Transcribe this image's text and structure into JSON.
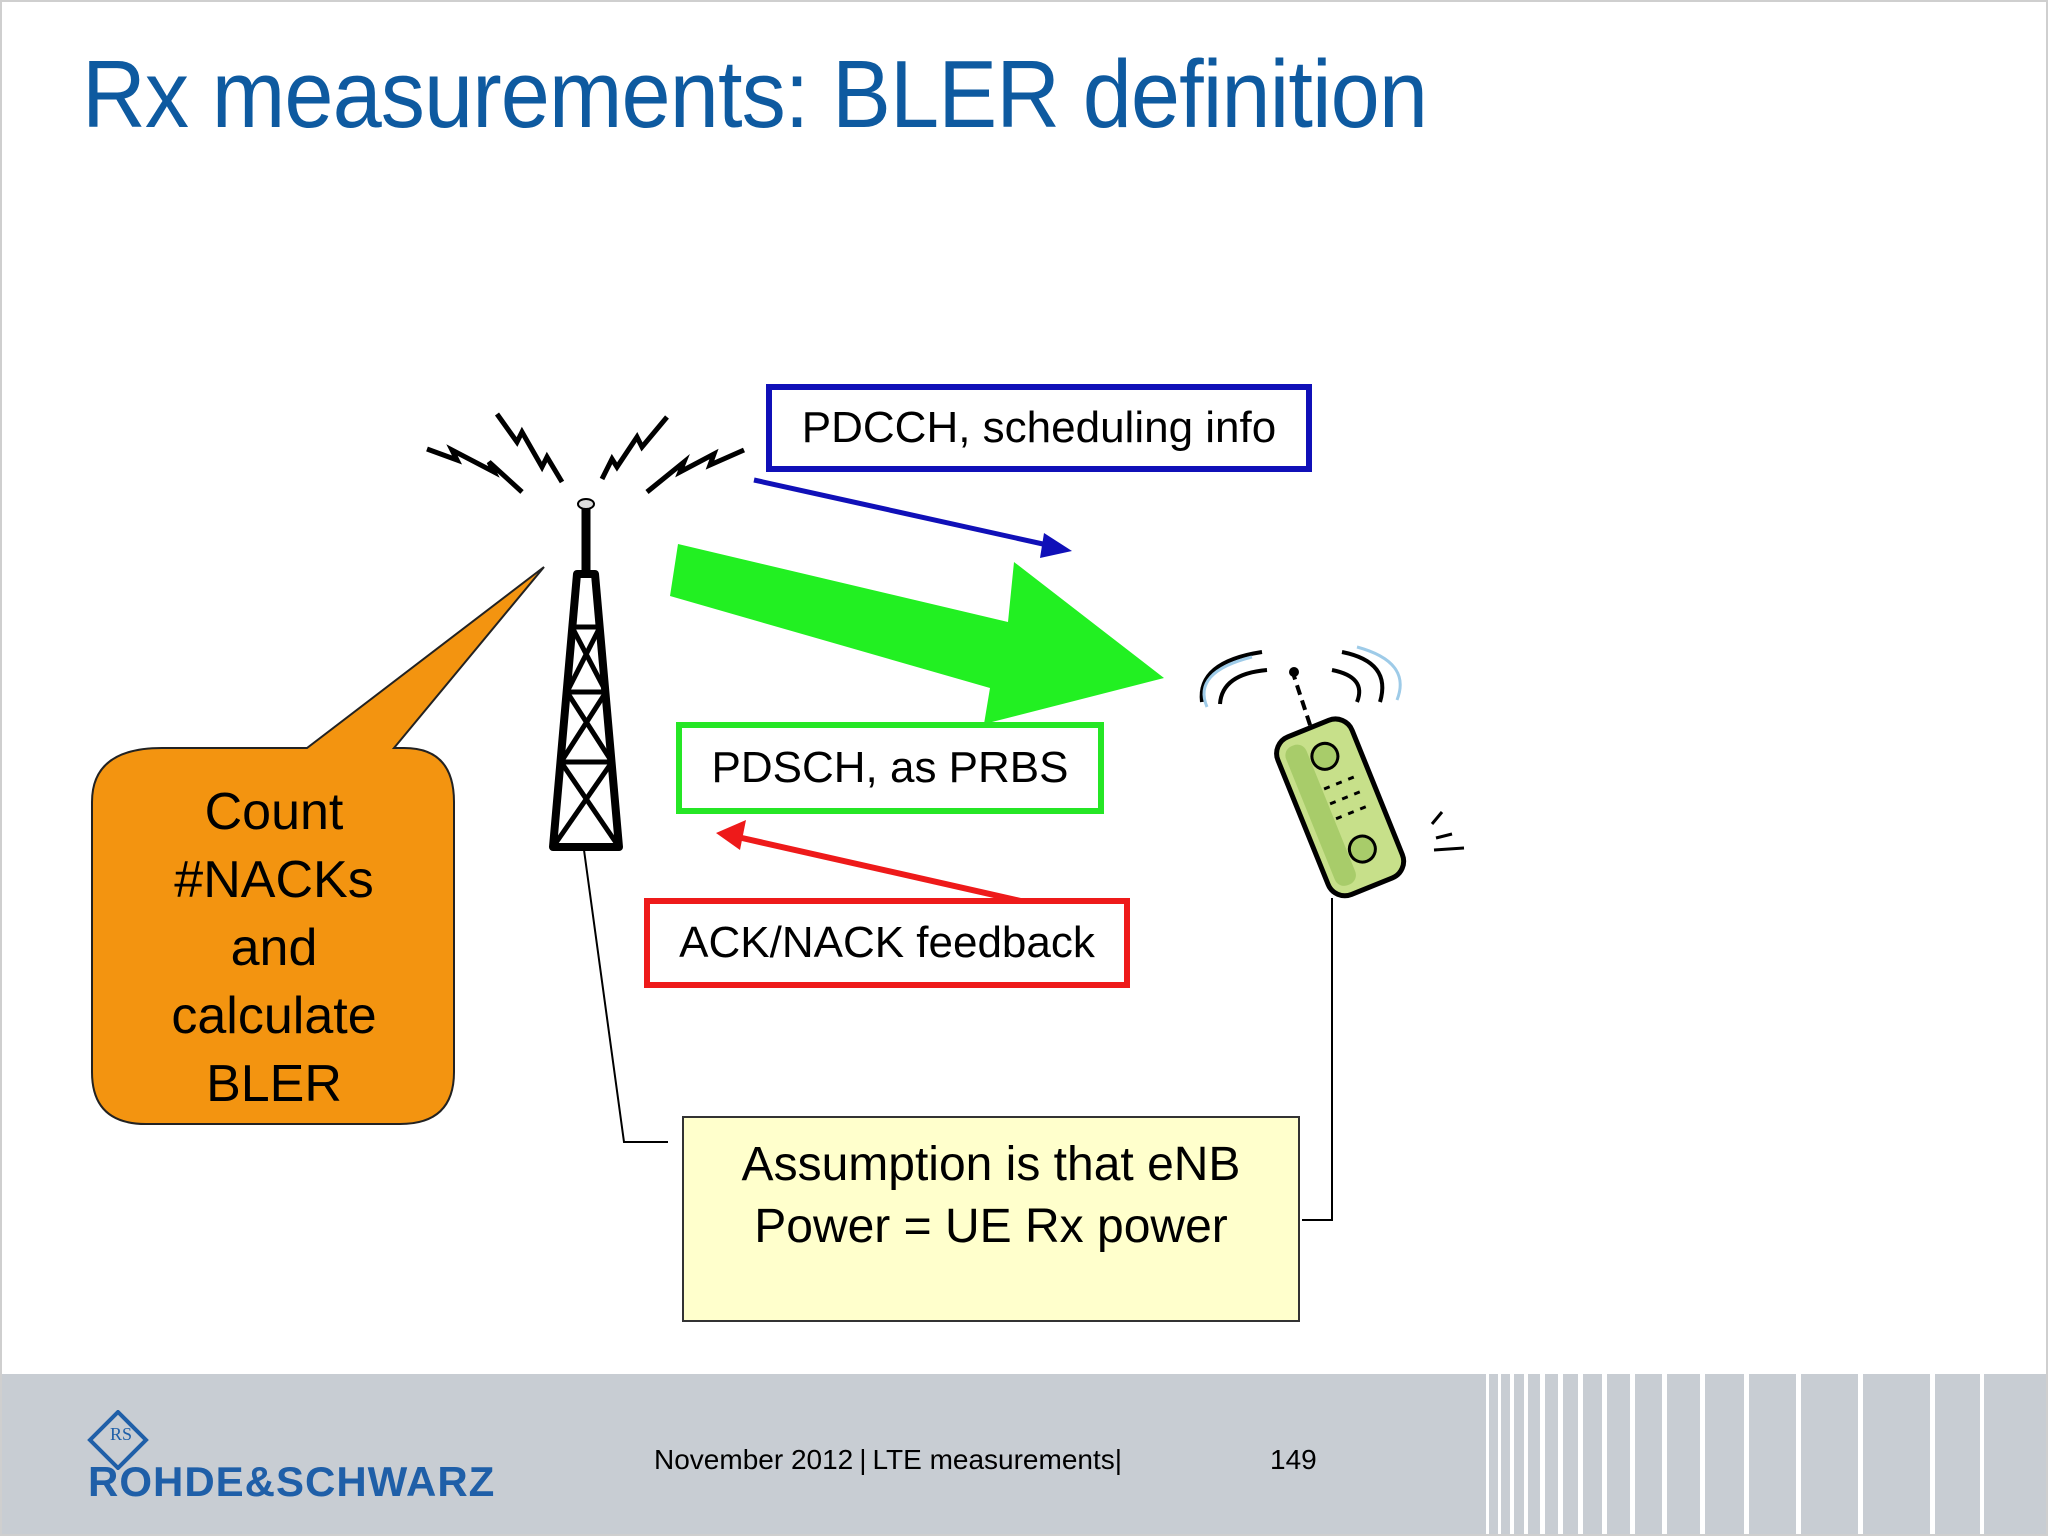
{
  "slide": {
    "title": "Rx measurements: BLER definition"
  },
  "diagram": {
    "pdcch_label": "PDCCH, scheduling info",
    "pdsch_label": "PDSCH, as PRBS",
    "ack_label": "ACK/NACK feedback",
    "callout_lines": [
      "Count",
      "#NACKs",
      "and",
      "calculate",
      "BLER"
    ],
    "assumption_lines": [
      "Assumption is that eNB",
      "Power = UE Rx power"
    ],
    "colors": {
      "pdcch": "#1010b8",
      "pdsch": "#25e625",
      "ack": "#ee1a1a",
      "callout": "#f39410",
      "assumption_bg": "#ffffcc",
      "title": "#0e5aa0"
    },
    "icons": [
      "antenna-tower-icon",
      "mobile-phone-icon",
      "radio-wave-icon"
    ]
  },
  "footer": {
    "logo_text": "ROHDE&SCHWARZ",
    "logo_mark": "RS",
    "date": "November 2012",
    "sep1": "|",
    "topic": "LTE measurements",
    "sep2": "|",
    "page": "149"
  }
}
